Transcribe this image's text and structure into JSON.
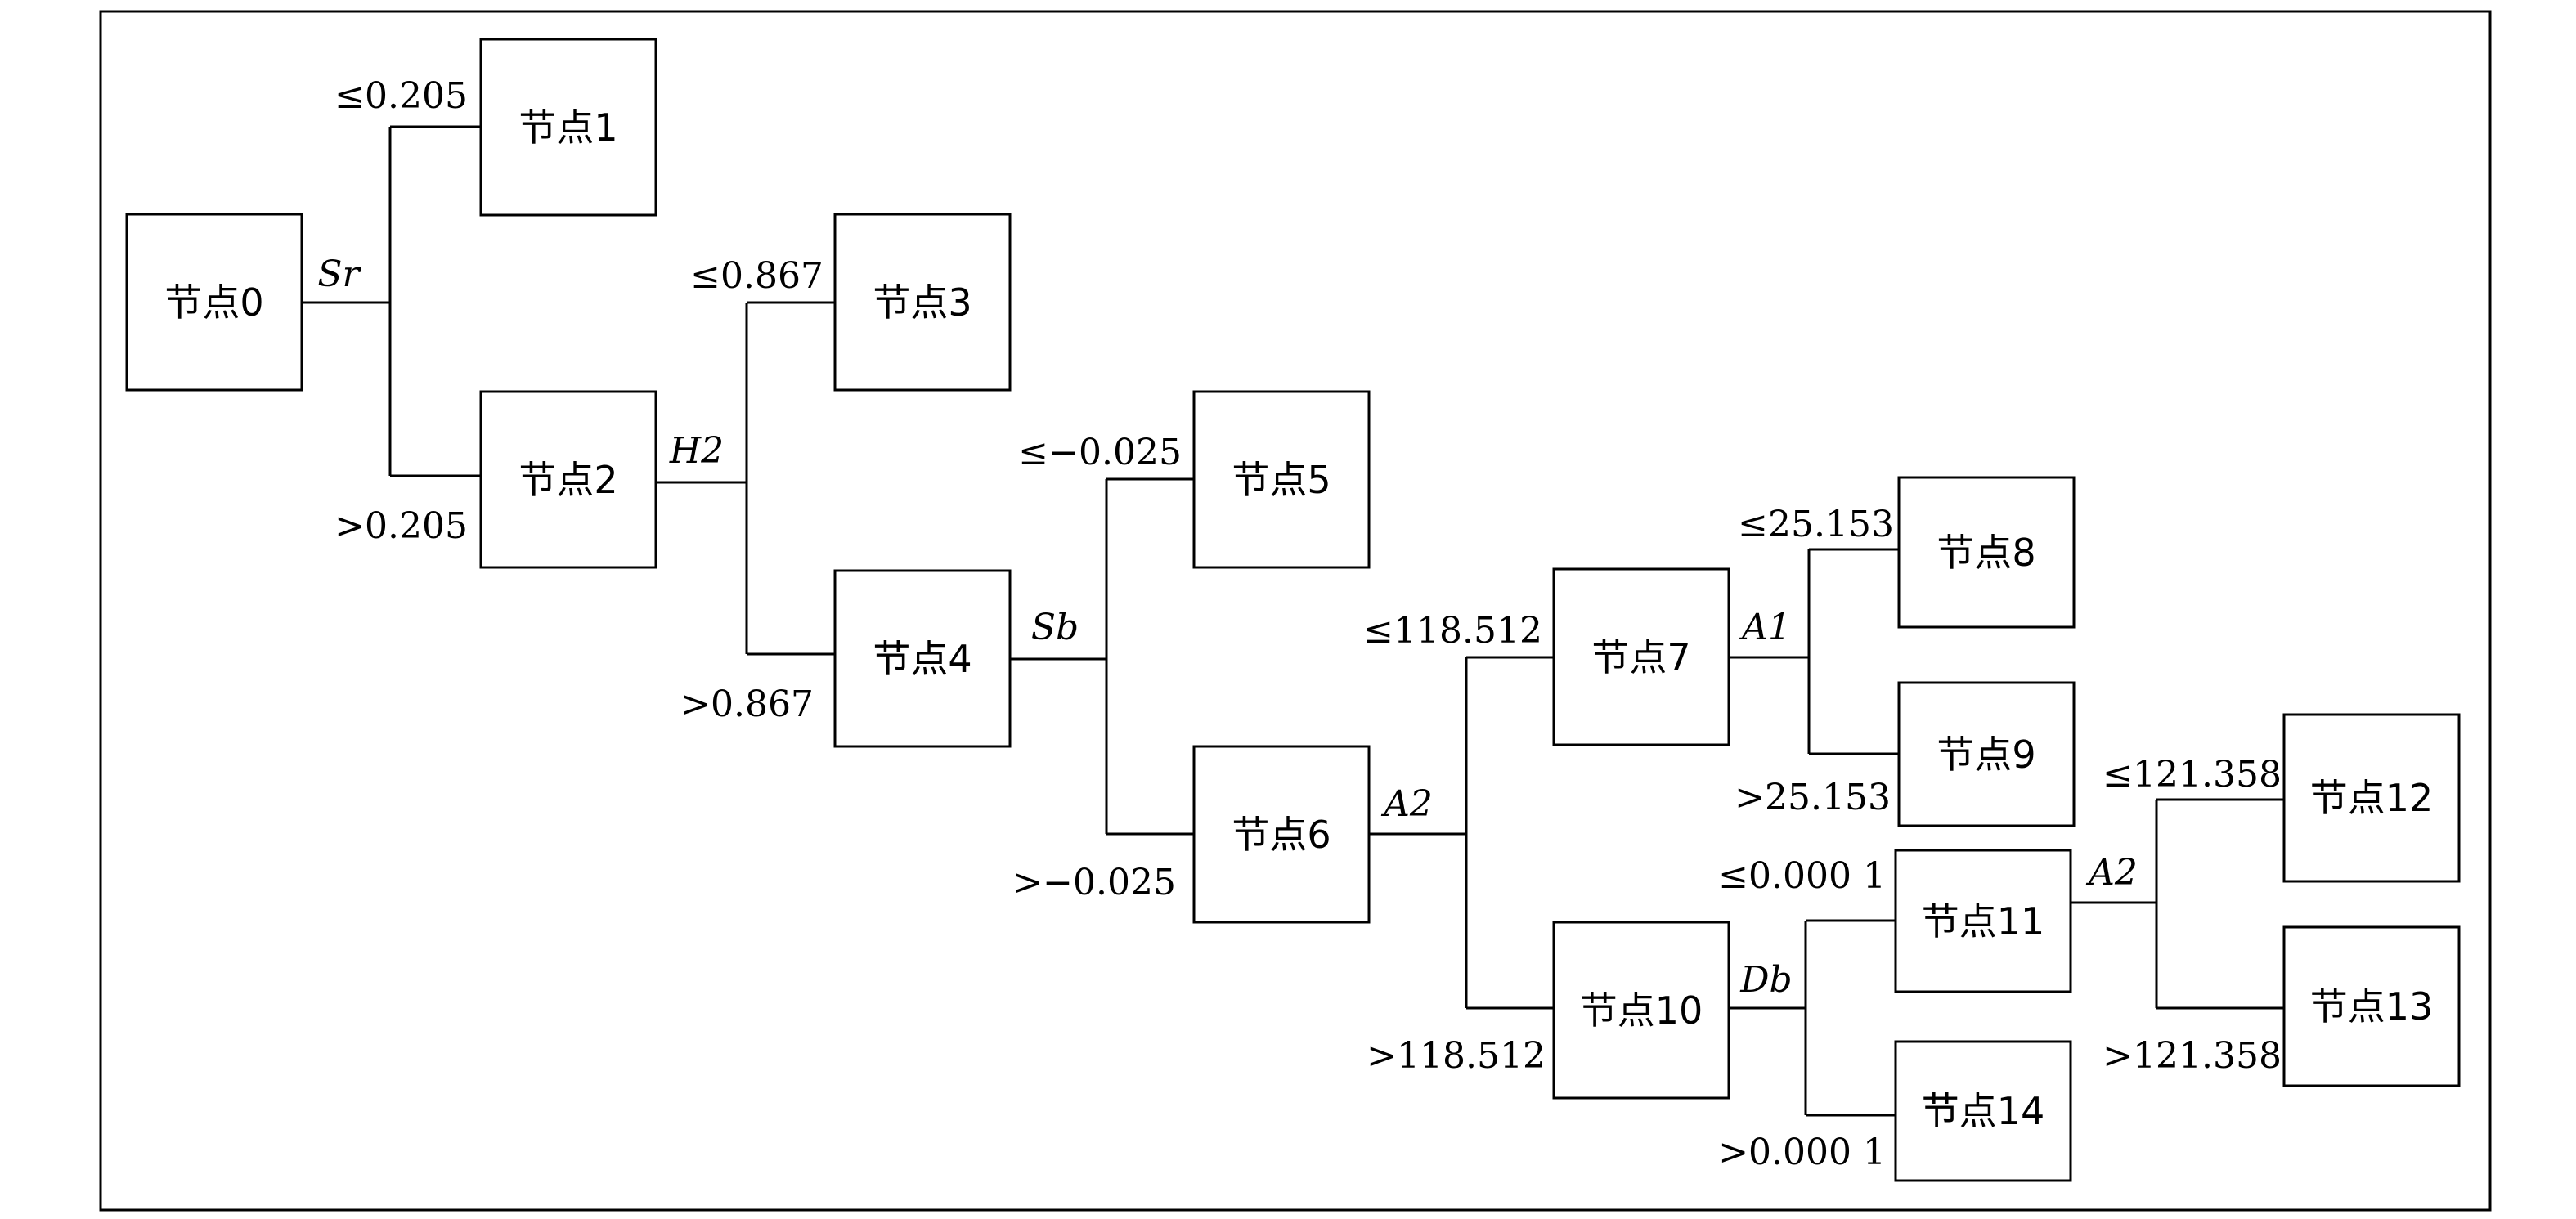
{
  "nodes": {
    "n0": "节点0",
    "n1": "节点1",
    "n2": "节点2",
    "n3": "节点3",
    "n4": "节点4",
    "n5": "节点5",
    "n6": "节点6",
    "n7": "节点7",
    "n8": "节点8",
    "n9": "节点9",
    "n10": "节点10",
    "n11": "节点11",
    "n12": "节点12",
    "n13": "节点13",
    "n14": "节点14"
  },
  "features": {
    "split0": "Sr",
    "split2": "H2",
    "split4": "Sb",
    "split6": "A2",
    "split7": "A1",
    "split10": "Db",
    "split11": "A2"
  },
  "conditions": {
    "to_n1": "≤0.205",
    "to_n2": ">0.205",
    "to_n3": "≤0.867",
    "to_n4": ">0.867",
    "to_n5": "≤−0.025",
    "to_n6": ">−0.025",
    "to_n7": "≤118.512",
    "to_n10": ">118.512",
    "to_n8": "≤25.153",
    "to_n9": ">25.153",
    "to_n11": "≤0.000 1",
    "to_n14": ">0.000 1",
    "to_n12": "≤121.358",
    "to_n13": ">121.358"
  }
}
